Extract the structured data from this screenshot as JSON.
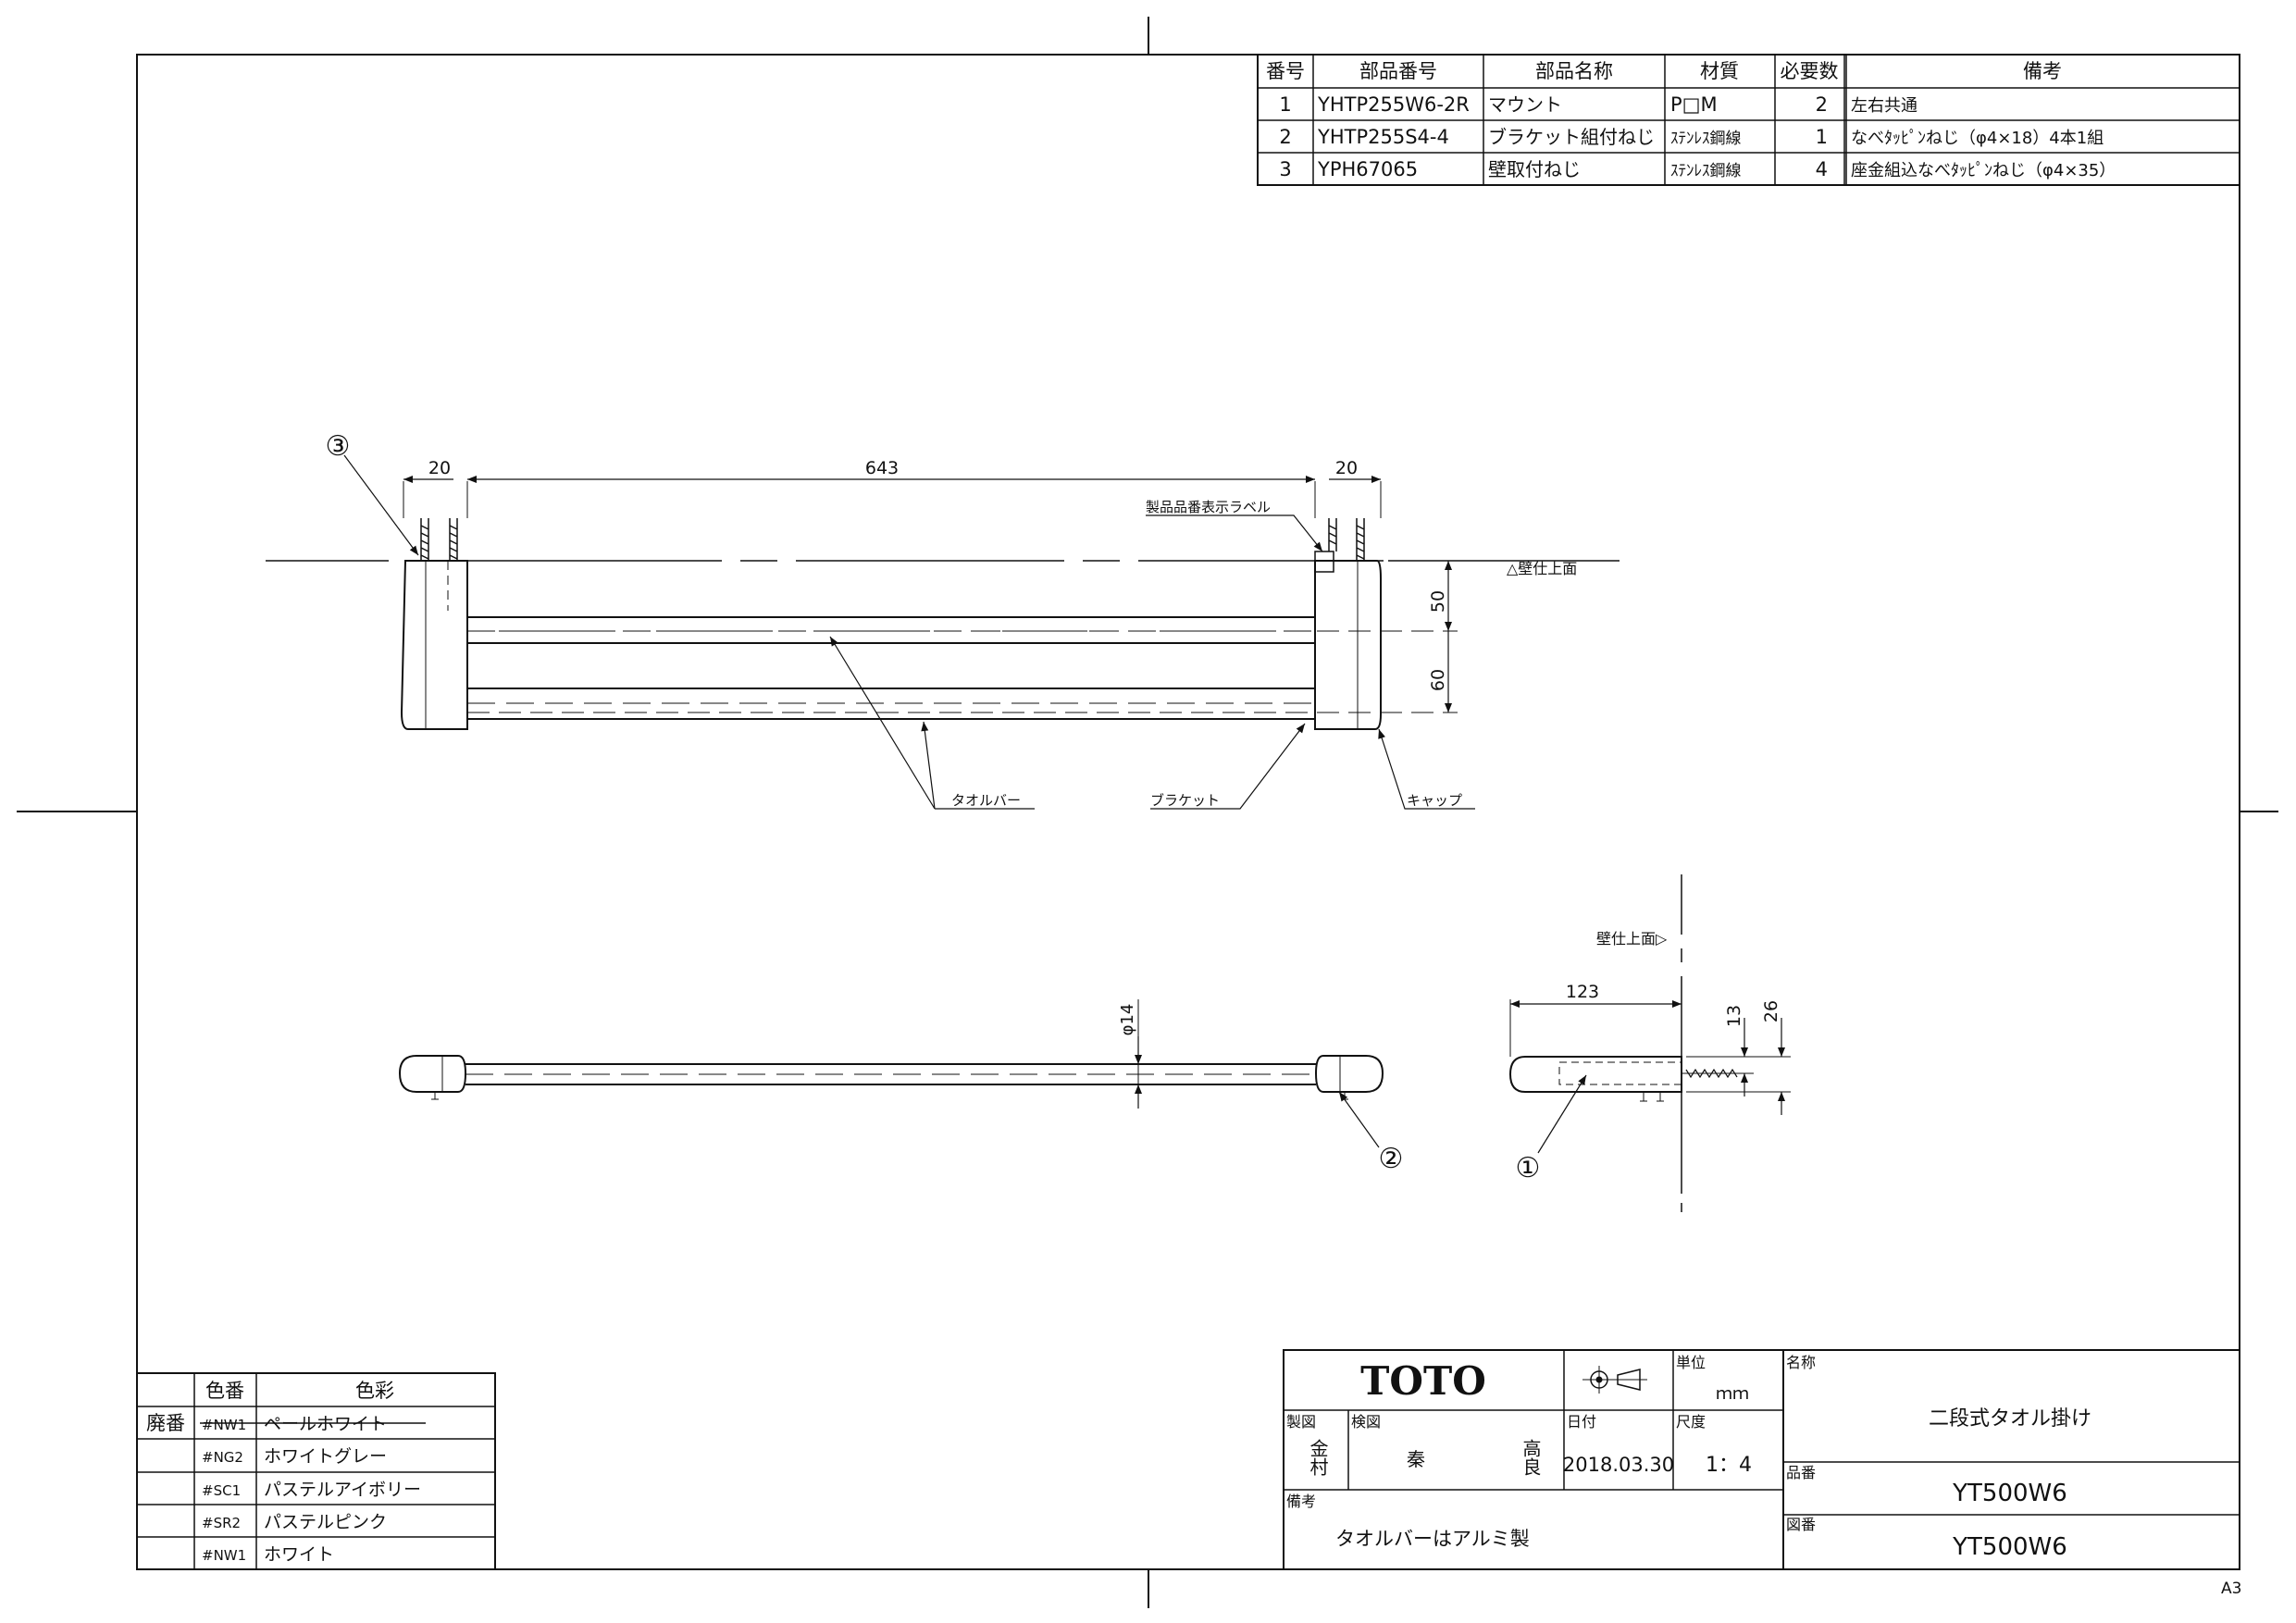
{
  "parts_table": {
    "headers": [
      "番号",
      "部品番号",
      "部品名称",
      "材質",
      "必要数",
      "備考"
    ],
    "rows": [
      {
        "no": "1",
        "part_no": "YHTP255W6-2R",
        "name": "マウント",
        "material": "P□M",
        "qty": "2",
        "note": "左右共通"
      },
      {
        "no": "2",
        "part_no": "YHTP255S4-4",
        "name": "ブラケット組付ねじ",
        "material": "ｽﾃﾝﾚｽ鋼線",
        "qty": "1",
        "note": "なべﾀｯﾋﾟﾝねじ（φ4×18）4本1組"
      },
      {
        "no": "3",
        "part_no": "YPH67065",
        "name": "壁取付ねじ",
        "material": "ｽﾃﾝﾚｽ鋼線",
        "qty": "4",
        "note": "座金組込なべﾀｯﾋﾟﾝねじ（φ4×35）"
      }
    ]
  },
  "front_view": {
    "dim_left": "20",
    "dim_span": "643",
    "dim_right": "20",
    "dim_upper": "50",
    "dim_lower": "60",
    "balloon": "③",
    "label_product": "製品品番表示ラベル",
    "label_wall": "△壁仕上面",
    "label_towel_bar": "タオルバー",
    "label_bracket": "ブラケット",
    "label_cap": "キャップ"
  },
  "bottom_view": {
    "dim_dia": "φ14",
    "balloon": "②"
  },
  "side_view": {
    "label_wall": "壁仕上面▷",
    "dim_depth": "123",
    "dim_13": "13",
    "dim_26": "26",
    "balloon": "①"
  },
  "color_table": {
    "headers": [
      "色番",
      "色彩"
    ],
    "discontinued_label": "廃番",
    "rows": [
      {
        "code": "#NW1",
        "name": "ペールホワイト",
        "discontinued": true
      },
      {
        "code": "#NG2",
        "name": "ホワイトグレー",
        "discontinued": false
      },
      {
        "code": "#SC1",
        "name": "パステルアイボリー",
        "discontinued": false
      },
      {
        "code": "#SR2",
        "name": "パステルピンク",
        "discontinued": false
      },
      {
        "code": "#NW1",
        "name": "ホワイト",
        "discontinued": false
      }
    ]
  },
  "title_block": {
    "logo": "TOTO",
    "unit_label": "単位",
    "unit_value": "ｍｍ",
    "name_label": "名称",
    "product_name": "二段式タオル掛け",
    "drawn_label": "製図",
    "drawn_by": "金村",
    "checked_label": "検図",
    "checked_by_1": "秦",
    "checked_by_2": "高良",
    "date_label": "日付",
    "date": "2018.03.30",
    "scale_label": "尺度",
    "scale": "1：4",
    "product_no_label": "品番",
    "product_no": "YT500W6",
    "drawing_no_label": "図番",
    "drawing_no": "YT500W6",
    "remarks_label": "備考",
    "remarks": "タオルバーはアルミ製"
  },
  "sheet_size": "A3"
}
